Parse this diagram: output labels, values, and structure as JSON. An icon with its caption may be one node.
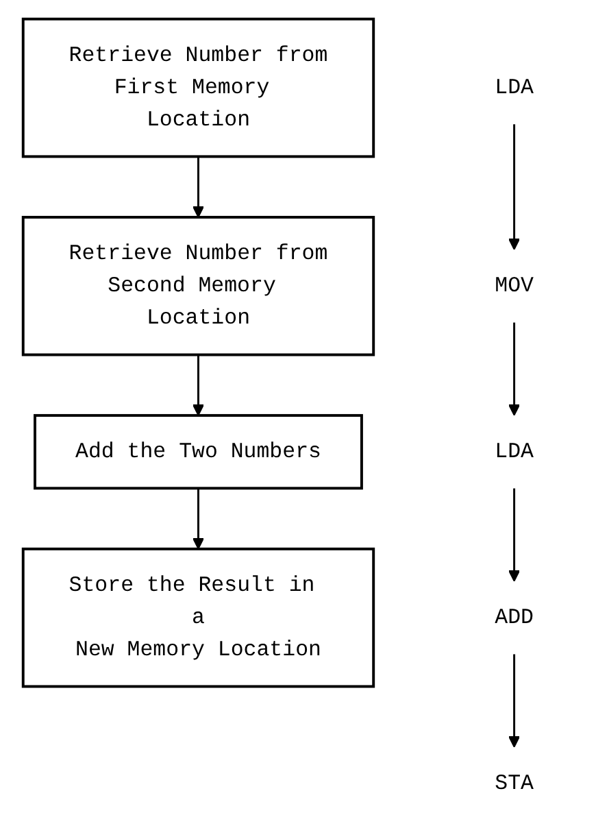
{
  "diagram": {
    "nodes": [
      {
        "text": [
          "Retrieve Number from First Memory Location"
        ]
      },
      {
        "text": [
          "Retrieve Number from Second Memory Location"
        ]
      },
      {
        "text": [
          "Add the Two Numbers"
        ]
      },
      {
        "text": [
          "Store the Result in a New Memory Location"
        ]
      },
      {
        "text": [
          "LDA"
        ]
      },
      {
        "text": [
          "MOV"
        ]
      },
      {
        "text": [
          "LDA"
        ]
      },
      {
        "text": [
          "ADD"
        ]
      },
      {
        "text": [
          "STA"
        ]
      }
    ],
    "edges": [
      {
        "from": 0,
        "to": 1,
        "arrow": "to"
      },
      {
        "from": 1,
        "to": 2,
        "arrow": "to"
      },
      {
        "from": 2,
        "to": 3,
        "arrow": "to"
      },
      {
        "from": 4,
        "to": 5,
        "arrow": "to"
      },
      {
        "from": 5,
        "to": 6,
        "arrow": "to"
      },
      {
        "from": 6,
        "to": 7,
        "arrow": "to"
      },
      {
        "from": 7,
        "to": 8,
        "arrow": "to"
      }
    ]
  }
}
